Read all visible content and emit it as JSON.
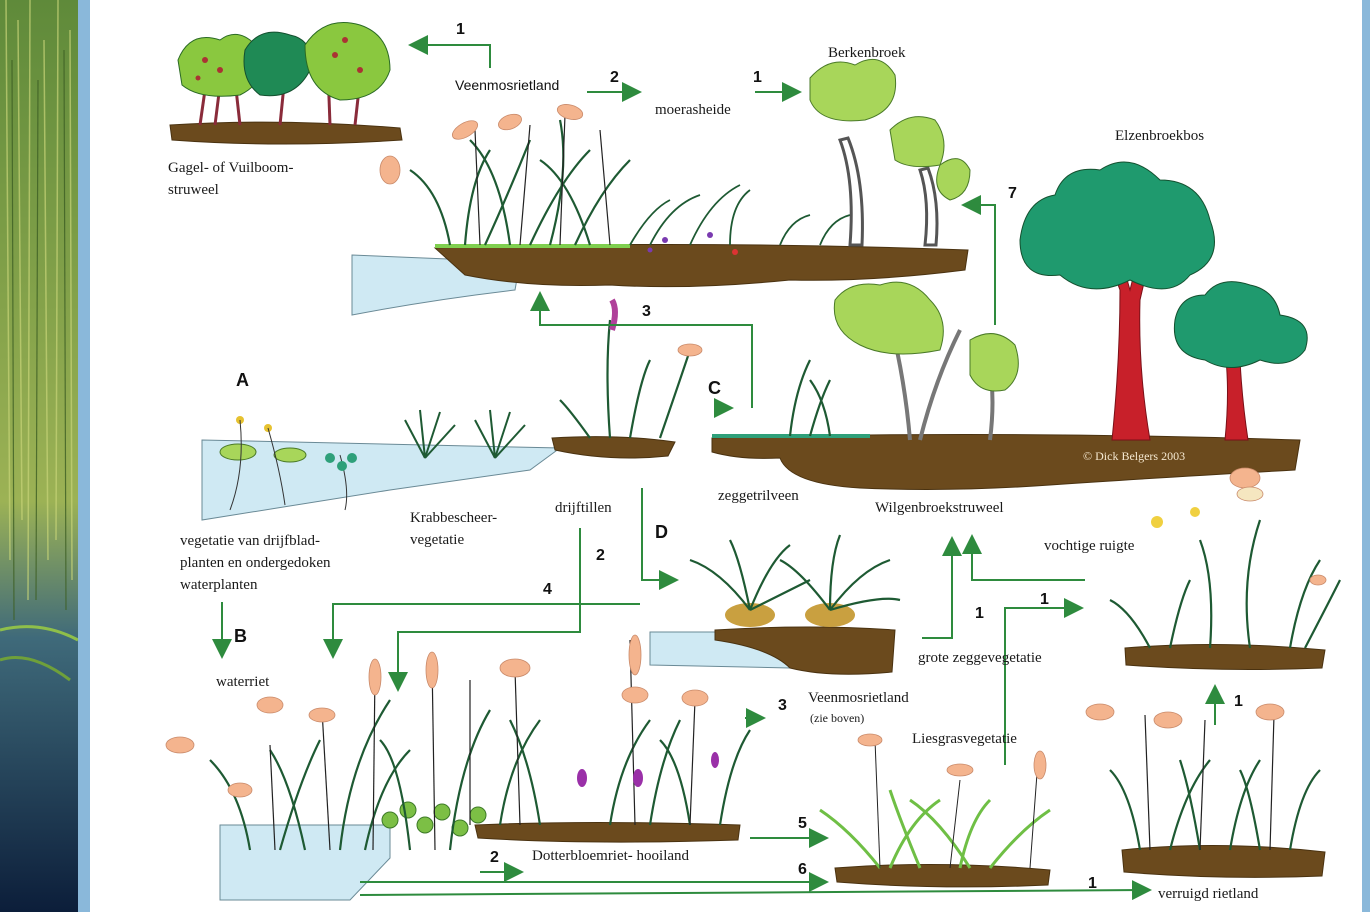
{
  "labels": {
    "gagel": [
      "Gagel- of Vuilboom-",
      "struweel"
    ],
    "veenmosrietland_top": "Veenmosrietland",
    "moerasheide": "moerasheide",
    "berkenbroek": "Berkenbroek",
    "elzenbroekbos": "Elzenbroekbos",
    "krabbescheer": [
      "Krabbescheer-",
      "vegetatie"
    ],
    "drijfbladplanten": [
      "vegetatie van drijfblad-",
      "planten en ondergedoken",
      "waterplanten"
    ],
    "drijftillen": "drijftillen",
    "zeggetrilveen": "zeggetrilveen",
    "wilgenbroekstruweel": "Wilgenbroekstruweel",
    "copyright": "© Dick Belgers 2003",
    "vochtige_ruigte": "vochtige ruigte",
    "grote_zeggevegetatie": "grote zeggevegetatie",
    "waterriet": "waterriet",
    "veenmosrietland_bottom": "Veenmosrietland",
    "zie_boven": "(zie boven)",
    "liesgrasvegetatie": "Liesgrasvegetatie",
    "dotterbloemriet": "Dotterbloemriet- hooiland",
    "verruigd_rietland": "verruigd rietland"
  },
  "letters": {
    "A": "A",
    "B": "B",
    "C": "C",
    "D": "D"
  },
  "numbers": {
    "n1_top": "1",
    "n2_top": "2",
    "n1_berken": "1",
    "n7": "7",
    "n3_mid": "3",
    "n2_drijf": "2",
    "n4": "4",
    "n1_zegge": "1",
    "n1_ruigte": "1",
    "n3_bottom": "3",
    "n1_verruigd": "1",
    "n5": "5",
    "n6": "6",
    "n2_bottom": "2",
    "n1_bottom": "1"
  },
  "colors": {
    "arrow": "#2e8b3e",
    "soil": "#6b4a1d",
    "water": "#cfe9f3",
    "alder_trunk": "#c8202a",
    "light_foliage": "#a8d65a",
    "dark_foliage": "#1f9a6e",
    "reed_plume": "#f4b48e"
  }
}
